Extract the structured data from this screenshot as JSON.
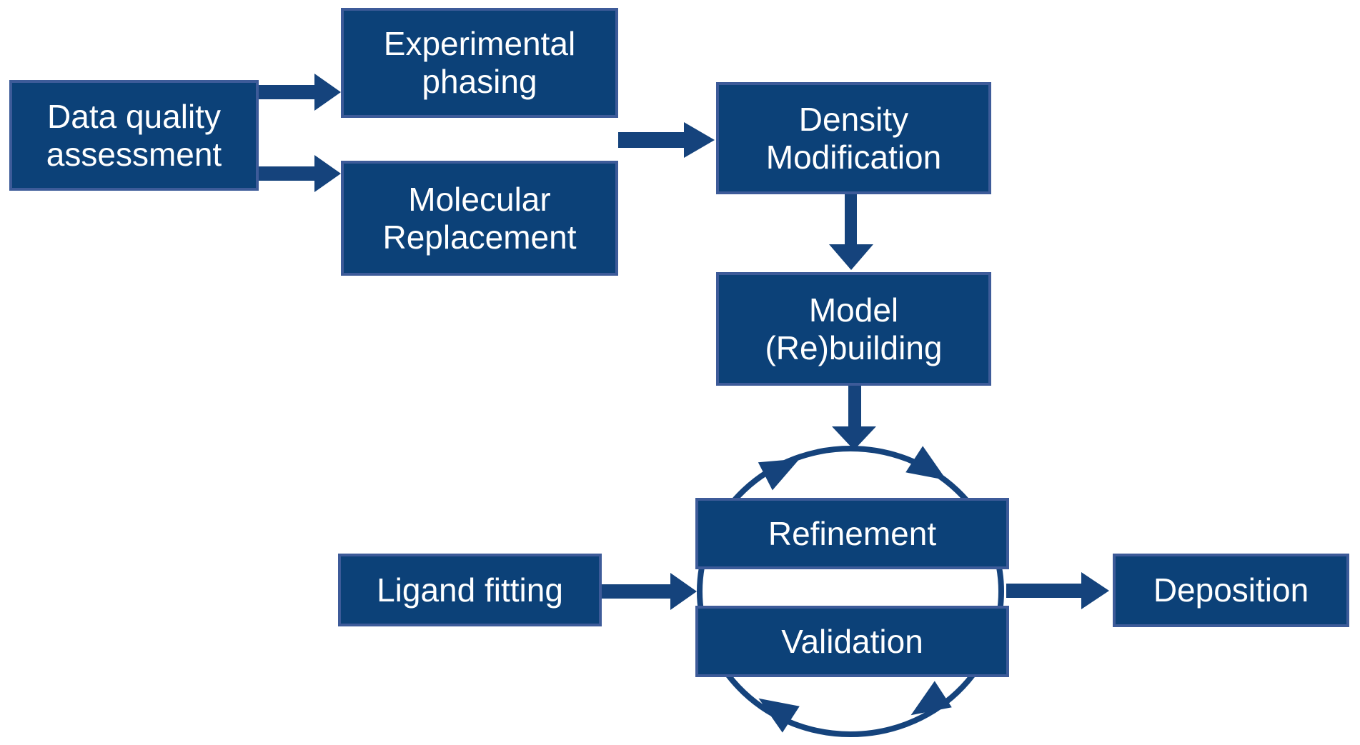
{
  "diagram": {
    "type": "flowchart",
    "description": "Crystallographic structure determination workflow"
  },
  "colors": {
    "box_fill": "#0c4178",
    "box_border": "#3d5b99",
    "arrow": "#15437c",
    "text_color": "#ffffff",
    "bg": "#ffffff"
  },
  "nodes": {
    "data_quality": {
      "line1": "Data quality",
      "line2": "assessment"
    },
    "experimental_phasing": {
      "line1": "Experimental",
      "line2": "phasing"
    },
    "molecular_replacement": {
      "line1": "Molecular",
      "line2": "Replacement"
    },
    "density_modification": {
      "line1": "Density",
      "line2": "Modification"
    },
    "model_rebuilding": {
      "line1": "Model",
      "line2": "(Re)building"
    },
    "refinement": {
      "label": "Refinement"
    },
    "validation": {
      "label": "Validation"
    },
    "ligand_fitting": {
      "label": "Ligand fitting"
    },
    "deposition": {
      "label": "Deposition"
    }
  },
  "edges": [
    {
      "from": "data_quality",
      "to": "experimental_phasing",
      "style": "block-arrow"
    },
    {
      "from": "data_quality",
      "to": "molecular_replacement",
      "style": "block-arrow"
    },
    {
      "from": "experimental_phasing / molecular_replacement",
      "to": "density_modification",
      "style": "block-arrow"
    },
    {
      "from": "density_modification",
      "to": "model_rebuilding",
      "style": "block-arrow"
    },
    {
      "from": "model_rebuilding",
      "to": "refinement_validation_cycle",
      "style": "block-arrow"
    },
    {
      "from": "ligand_fitting",
      "to": "refinement_validation_cycle",
      "style": "block-arrow"
    },
    {
      "from": "refinement_validation_cycle",
      "to": "deposition",
      "style": "block-arrow"
    },
    {
      "from": "refinement",
      "to": "validation",
      "style": "clockwise-cycle"
    },
    {
      "from": "validation",
      "to": "refinement",
      "style": "clockwise-cycle"
    }
  ]
}
